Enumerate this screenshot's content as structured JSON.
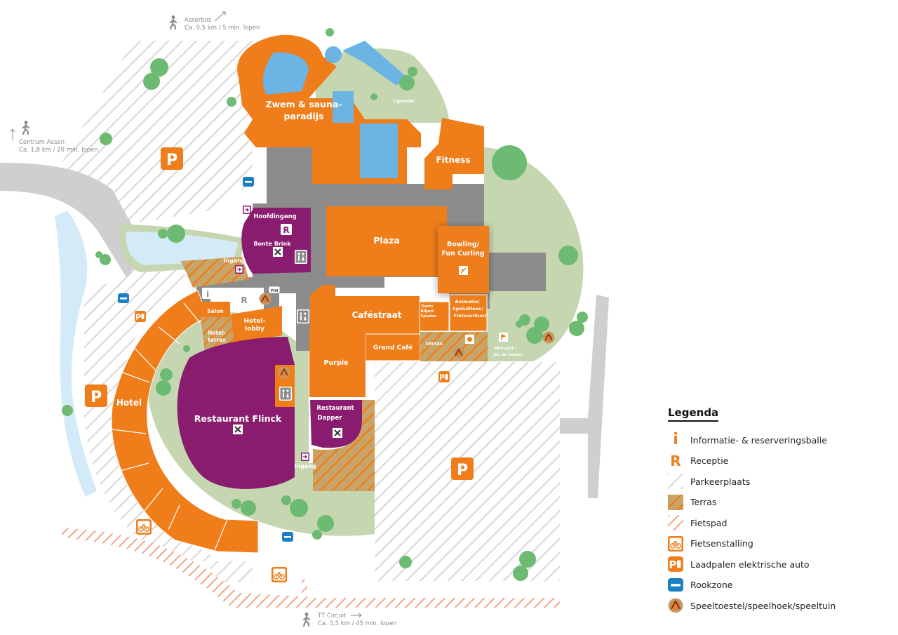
{
  "colors": {
    "building": "#ee7d1a",
    "restaurant": "#8a1c6f",
    "corridor": "#8c8c8c",
    "water": "#6cb4e4",
    "lake": "#d3ebf8",
    "green": "#c6d6b1",
    "tree": "#6dbb72",
    "road": "#cfcfcf",
    "rookzone": "#1b7fc4"
  },
  "walks": {
    "asserbos": {
      "title": "Asserbos",
      "dist": "Ca. 0,5 km / 5 min. lopen"
    },
    "centrum": {
      "title": "Centrum Assen",
      "dist": "Ca. 1,8 km / 20 min. lopen"
    },
    "tt": {
      "title": "TT Circuit",
      "dist": "Ca. 3,5 km / 45 min. lopen"
    }
  },
  "areas": {
    "zwem_line1": "Zwem & sauna-",
    "zwem_line2": "paradijs",
    "ligweide": "Ligweide",
    "fitness": "Fitness",
    "hoofdingang": "Hoofdingang",
    "bonte_brink": "Bonte Brink",
    "plaza": "Plaza",
    "bowling_line1": "Bowling/",
    "bowling_line2": "Fun Curling",
    "ingang_top": "Ingang",
    "salon": "Salon",
    "hotel_lobby_1": "Hotel-",
    "hotel_lobby_2": "lobby",
    "hotel_terras_1": "Hotel-",
    "hotel_terras_2": "terras",
    "pin": "PIN",
    "cafestraat": "Caféstraat",
    "darts_1": "Darts",
    "darts_2": "Biljart",
    "darts_3": "Sjoelen",
    "animatie_1": "Animatie/",
    "animatie_2": "Speluitleen/",
    "animatie_3": "Fietsverhuur",
    "grand_cafe": "Grand Café",
    "terras": "terras",
    "minigolf_1": "Mini-golf /",
    "minigolf_2": "Jeu de boules",
    "purple": "Purple",
    "hotel": "Hotel",
    "restaurant_flinck": "Restaurant Flinck",
    "restaurant_dapper_1": "Restaurant",
    "restaurant_dapper_2": "Dapper",
    "ingang_bottom": "Ingang"
  },
  "symbols": {
    "parking": "P",
    "reception": "R",
    "info": "i",
    "icon_names": [
      "parking-icon",
      "reception-icon",
      "info-icon",
      "restaurant-icon",
      "toilet-icon",
      "bike-icon",
      "ev-charging-icon",
      "smoking-icon",
      "playground-icon",
      "entrance-icon",
      "bowling-icon",
      "walking-person-icon",
      "arrow-icon"
    ]
  },
  "legend": {
    "title": "Legenda",
    "items": [
      {
        "label": "Informatie- & reserveringsbalie",
        "icon": "info-icon"
      },
      {
        "label": "Receptie",
        "icon": "reception-icon"
      },
      {
        "label": "Parkeerplaats",
        "icon": "parking-hatch-icon"
      },
      {
        "label": "Terras",
        "icon": "terrace-hatch-icon"
      },
      {
        "label": "Fietspad",
        "icon": "bike-path-hatch-icon"
      },
      {
        "label": "Fietsenstalling",
        "icon": "bike-icon"
      },
      {
        "label": "Laadpalen elektrische auto",
        "icon": "ev-charging-icon"
      },
      {
        "label": "Rookzone",
        "icon": "smoking-icon"
      },
      {
        "label": "Speeltoestel/speelhoek/speeltuin",
        "icon": "playground-icon"
      }
    ]
  }
}
